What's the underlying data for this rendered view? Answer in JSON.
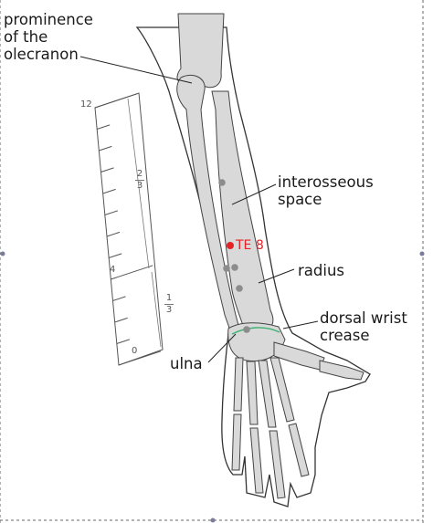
{
  "labels": {
    "prominence_line1": "prominence",
    "prominence_line2": "of the",
    "prominence_line3": "olecranon",
    "interosseous_line1": "interosseous",
    "interosseous_line2": "space",
    "radius": "radius",
    "dorsal_line1": "dorsal wrist",
    "dorsal_line2": "crease",
    "ulna": "ulna",
    "point": "TE 8"
  },
  "scale": {
    "ticks": [
      "12",
      "4",
      "0"
    ],
    "upper_fraction": {
      "num": "2",
      "den": "3"
    },
    "lower_fraction": {
      "num": "1",
      "den": "3"
    }
  },
  "colors": {
    "point": "#e32326",
    "crease": "#3cb371",
    "outline": "#333333",
    "bone_fill": "#d9d9d9",
    "marker": "#8c8c8c"
  }
}
